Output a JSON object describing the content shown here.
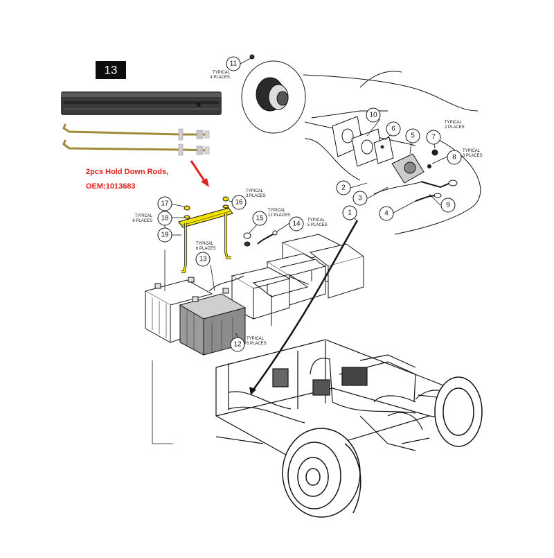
{
  "badge": {
    "label": "13"
  },
  "promo": {
    "line1": "2pcs Hold Down Rods,",
    "line2": "OEM:1013683",
    "color": "#e0201a"
  },
  "colors": {
    "highlight": "#f5e400",
    "line": "#111111",
    "battery_shaded": "#9b9b9b"
  },
  "callouts": {
    "c1": "1",
    "c2": "2",
    "c3": "3",
    "c4": "4",
    "c5": "5",
    "c6": "6",
    "c7": "7",
    "c8": "8",
    "c9": "9",
    "c10": "10",
    "c11": "11",
    "c12": "12",
    "c13": "13",
    "c14": "14",
    "c15": "15",
    "c16": "16",
    "c17": "17",
    "c18": "18",
    "c19": "19"
  },
  "notes": {
    "typical": "TYPICAL",
    "n11": "4 PLACES",
    "n7": "2 PLACES",
    "n8": "3 PLACES",
    "n16": "3 PLACES",
    "n17": "6 PLACES",
    "n15": "12 PLACES",
    "n14": "5 PLACES",
    "n13": "6 PLACES",
    "n12": "6 PLACES"
  }
}
